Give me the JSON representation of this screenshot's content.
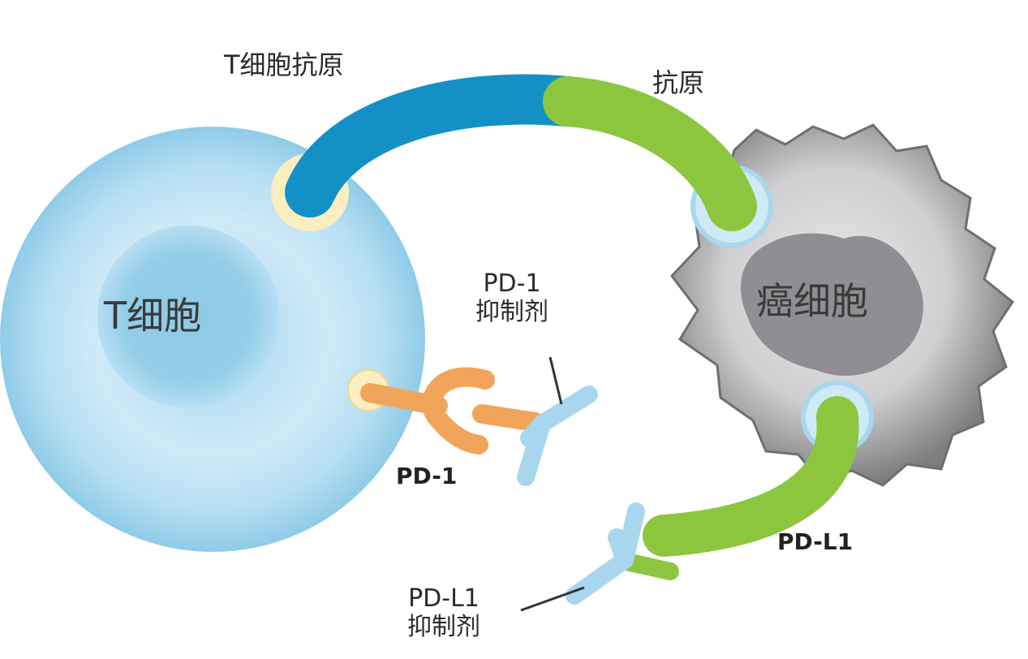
{
  "labels": {
    "t_cell_antigen": "T细胞抗原",
    "antigen": "抗原",
    "t_cell": "T细胞",
    "cancer_cell": "癌细胞",
    "pd1_inhibitor_line1": "PD-1",
    "pd1_inhibitor_line2": "抑制剂",
    "pd1": "PD-1",
    "pdl1": "PD-L1",
    "pdl1_inhibitor_line1": "PD-L1",
    "pdl1_inhibitor_line2": "抑制剂"
  },
  "colors": {
    "t_cell_outer": "#bfe3f3",
    "t_cell_inner": "#8fcae6",
    "cancer_cell": "#b3b3b5",
    "cancer_nucleus": "#8e8e93",
    "tcr_receptor": "#1391c7",
    "antigen": "#8cc63f",
    "pd1": "#f0a55a",
    "antibody": "#a9d6ef",
    "anchor": "#fbeec0"
  }
}
